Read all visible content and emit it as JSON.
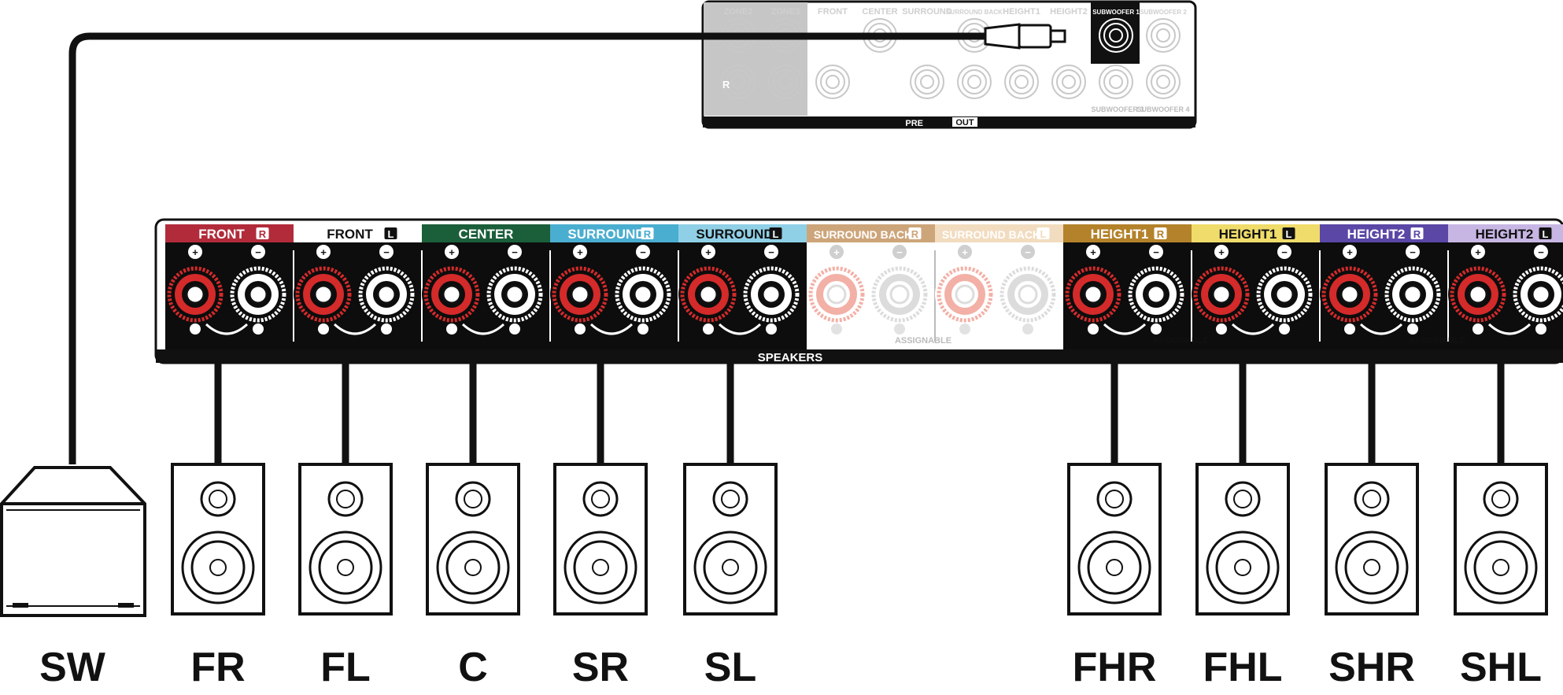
{
  "pre_out": {
    "title_pre": "PRE",
    "title_out": "OUT",
    "side_label": "R",
    "columns": [
      "ZONE2",
      "ZONE3",
      "FRONT",
      "CENTER",
      "SURROUND",
      "SURROUND BACK",
      "HEIGHT1",
      "HEIGHT2",
      "SUBWOOFER 1",
      "SUBWOOFER 2"
    ],
    "bottom_labels": [
      "SUBWOOFER 3",
      "SUBWOOFER 4"
    ]
  },
  "speakers_panel": {
    "title": "SPEAKERS",
    "plus": "+",
    "minus": "−",
    "assignable": [
      "ASSIGNABLE",
      "ASSIGNABLE",
      "ASSIGNABLE"
    ],
    "channels": [
      {
        "name": "FRONT",
        "side": "R",
        "color": "#b22b3a",
        "text_color": "#ffffff",
        "faded": false
      },
      {
        "name": "FRONT",
        "side": "L",
        "color": "#ffffff",
        "text_color": "#111111",
        "faded": false
      },
      {
        "name": "CENTER",
        "side": "",
        "color": "#1b5e3a",
        "text_color": "#ffffff",
        "faded": false
      },
      {
        "name": "SURROUND",
        "side": "R",
        "color": "#4aaed0",
        "text_color": "#ffffff",
        "faded": false
      },
      {
        "name": "SURROUND",
        "side": "L",
        "color": "#8fd0e6",
        "text_color": "#111111",
        "faded": false
      },
      {
        "name": "SURROUND BACK",
        "side": "R",
        "color": "#cda57a",
        "text_color": "#ffffff",
        "faded": true
      },
      {
        "name": "SURROUND BACK",
        "side": "L",
        "color": "#f2dcc0",
        "text_color": "#ffffff",
        "faded": true
      },
      {
        "name": "HEIGHT1",
        "side": "R",
        "color": "#b4822a",
        "text_color": "#ffffff",
        "faded": false
      },
      {
        "name": "HEIGHT1",
        "side": "L",
        "color": "#f0dc6a",
        "text_color": "#111111",
        "faded": false
      },
      {
        "name": "HEIGHT2",
        "side": "R",
        "color": "#5a47a6",
        "text_color": "#ffffff",
        "faded": false
      },
      {
        "name": "HEIGHT2",
        "side": "L",
        "color": "#c7b6e3",
        "text_color": "#111111",
        "faded": false
      }
    ]
  },
  "speakers": [
    {
      "label": "SW",
      "type": "subwoofer"
    },
    {
      "label": "FR",
      "type": "speaker"
    },
    {
      "label": "FL",
      "type": "speaker"
    },
    {
      "label": "C",
      "type": "speaker"
    },
    {
      "label": "SR",
      "type": "speaker"
    },
    {
      "label": "SL",
      "type": "speaker"
    },
    {
      "label": "FHR",
      "type": "speaker"
    },
    {
      "label": "FHL",
      "type": "speaker"
    },
    {
      "label": "SHR",
      "type": "speaker"
    },
    {
      "label": "SHL",
      "type": "speaker"
    }
  ],
  "colors": {
    "terminal_red": "#d42a2a",
    "panel_black": "#0d0d0d",
    "grey_faded": "#c8c8c8"
  }
}
